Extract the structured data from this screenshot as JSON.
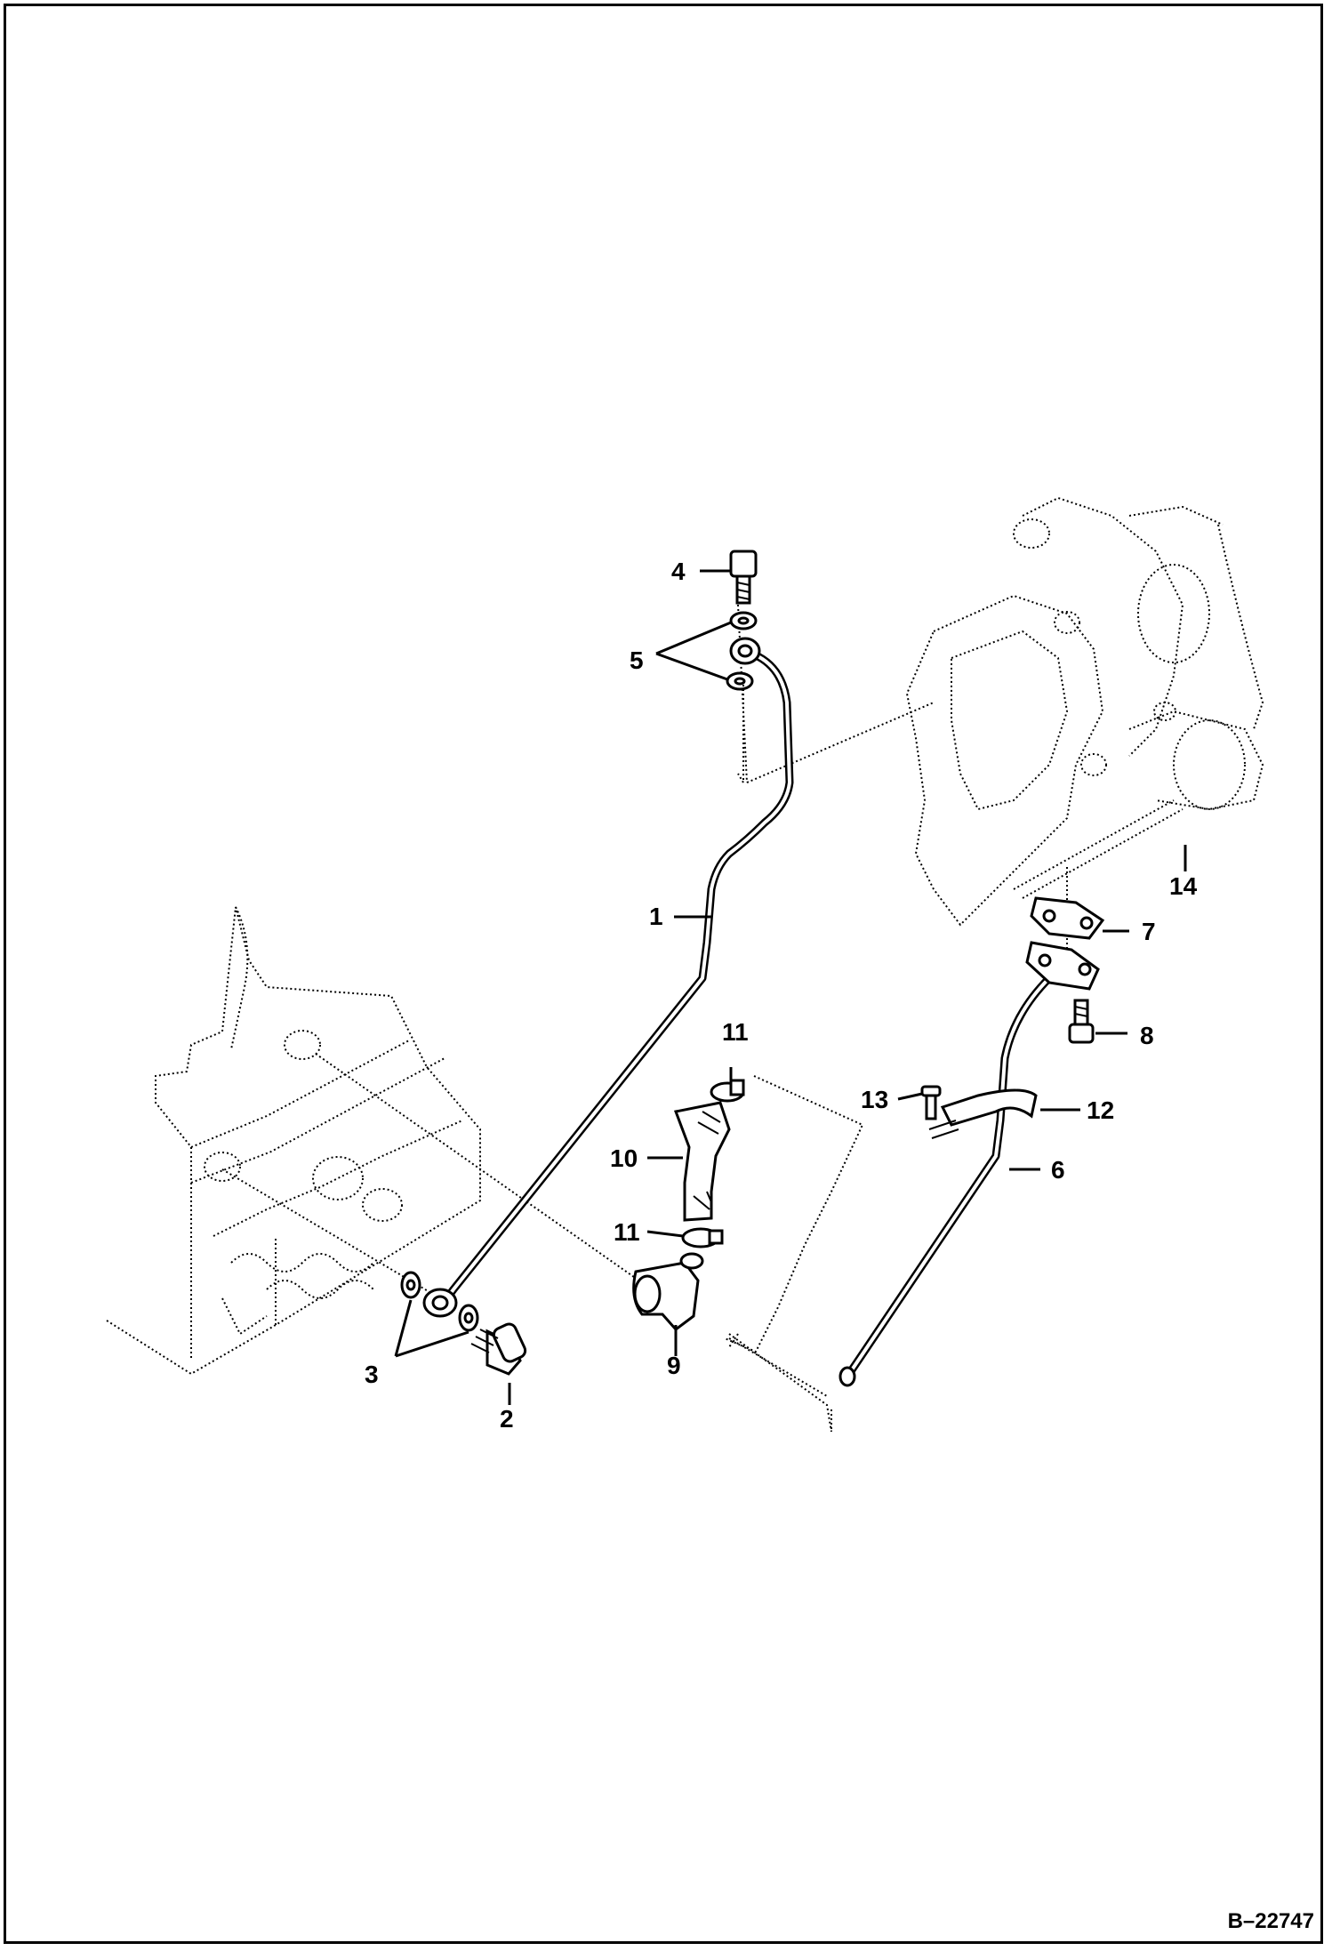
{
  "diagram": {
    "reference": "B–22747",
    "callouts": [
      {
        "id": "c1",
        "label": "1"
      },
      {
        "id": "c2",
        "label": "2"
      },
      {
        "id": "c3",
        "label": "3"
      },
      {
        "id": "c4",
        "label": "4"
      },
      {
        "id": "c5",
        "label": "5"
      },
      {
        "id": "c6",
        "label": "6"
      },
      {
        "id": "c7",
        "label": "7"
      },
      {
        "id": "c8",
        "label": "8"
      },
      {
        "id": "c9",
        "label": "9"
      },
      {
        "id": "c10",
        "label": "10"
      },
      {
        "id": "c11a",
        "label": "11"
      },
      {
        "id": "c11b",
        "label": "11"
      },
      {
        "id": "c12",
        "label": "12"
      },
      {
        "id": "c13",
        "label": "13"
      },
      {
        "id": "c14",
        "label": "14"
      }
    ]
  }
}
